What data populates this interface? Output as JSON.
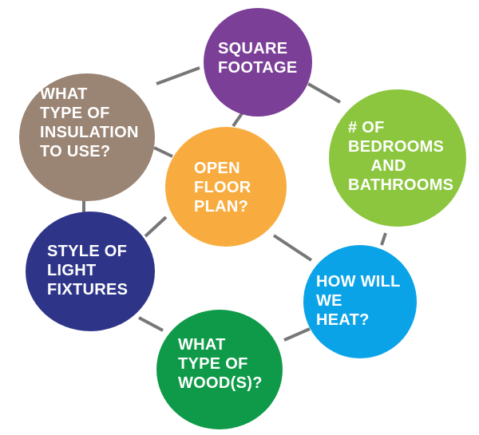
{
  "nodes": {
    "square_footage": {
      "label": "SQUARE\nFOOTAGE",
      "color": "#7b3f98"
    },
    "bedrooms_bathrooms": {
      "label": "# OF\nBEDROOMS\n     AND\nBATHROOMS",
      "color": "#8cc63f"
    },
    "how_will_we_heat": {
      "label": "HOW WILL\nWE\nHEAT?",
      "color": "#0aa3e8"
    },
    "type_of_woods": {
      "label": "WHAT\nTYPE OF\nWOOD(S)?",
      "color": "#0e9a48"
    },
    "light_fixtures": {
      "label": "STYLE OF\nLIGHT\nFIXTURES",
      "color": "#2e3589"
    },
    "insulation": {
      "label": "WHAT\nTYPE OF\nINSULATION\nTO USE?",
      "color": "#9a8474"
    },
    "open_floor_plan": {
      "label": "OPEN\nFLOOR\nPLAN?",
      "color": "#f8ac40"
    }
  },
  "connector_color": "#777777"
}
